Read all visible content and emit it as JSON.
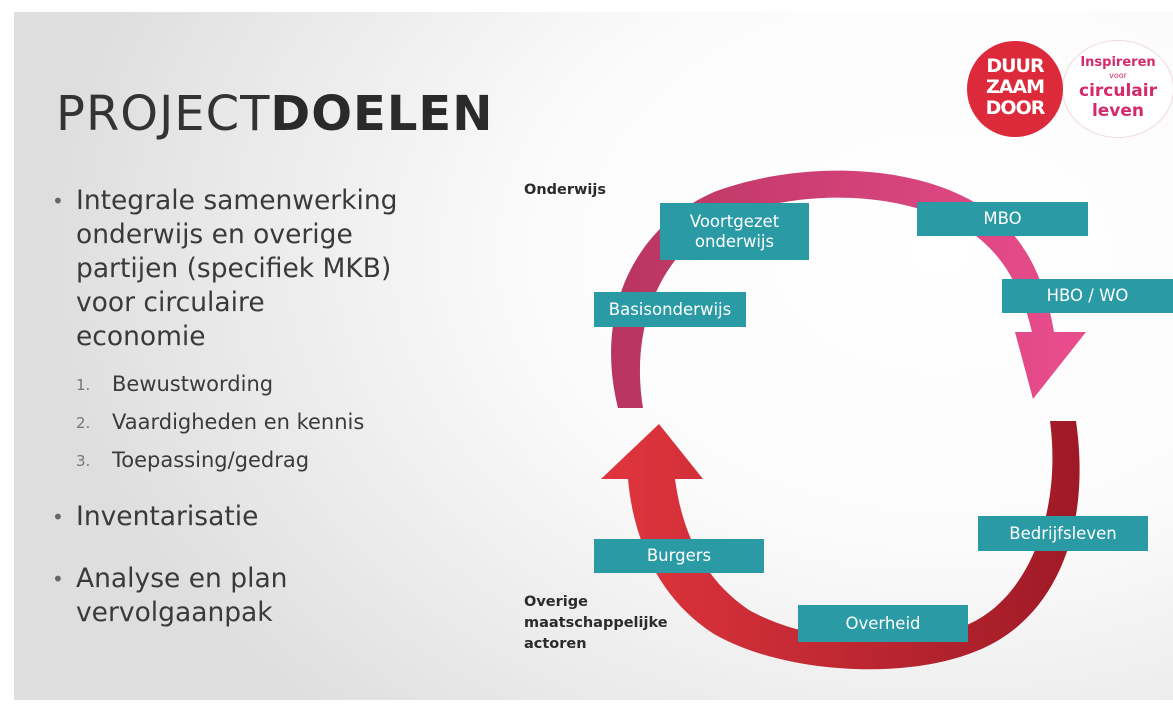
{
  "title": {
    "light": "PROJECT",
    "bold": "DOELEN"
  },
  "bullets": [
    {
      "lines": [
        "Integrale samenwerking",
        "onderwijs en overige",
        "partijen (specifiek MKB)",
        "voor circulaire",
        "economie"
      ]
    },
    {
      "lines": [
        "Inventarisatie"
      ]
    },
    {
      "lines": [
        "Analyse en plan",
        "vervolgaanpak"
      ]
    }
  ],
  "sub_items": [
    {
      "num": "1.",
      "label": "Bewustwording"
    },
    {
      "num": "2.",
      "label": "Vaardigheden en kennis"
    },
    {
      "num": "3.",
      "label": "Toepassing/gedrag"
    }
  ],
  "cycle": {
    "groups": {
      "top": "Onderwijs",
      "bottom": [
        "Overige",
        "maatschappelijke",
        "actoren"
      ]
    },
    "boxes": {
      "voortgezet": [
        "Voortgezet",
        "onderwijs"
      ],
      "mbo": "MBO",
      "basis": "Basisonderwijs",
      "hbo": "HBO / WO",
      "bedrijfsleven": "Bedrijfsleven",
      "burgers": "Burgers",
      "overheid": "Overheid"
    },
    "colors": {
      "box": "#2a9aa5",
      "top_arc_start": "#b8355f",
      "top_arc_end": "#ea4d8e",
      "bottom_arc_start": "#9e1a26",
      "bottom_arc_end": "#e1353e"
    }
  },
  "logo": {
    "left": [
      "DUUR",
      "ZAAM",
      "DOOR"
    ],
    "right": {
      "line1": "Inspireren",
      "line2": "voor",
      "line3": "circulair",
      "line4": "leven"
    },
    "colors": {
      "red": "#dc2a3a",
      "pink": "#d6296b"
    }
  }
}
